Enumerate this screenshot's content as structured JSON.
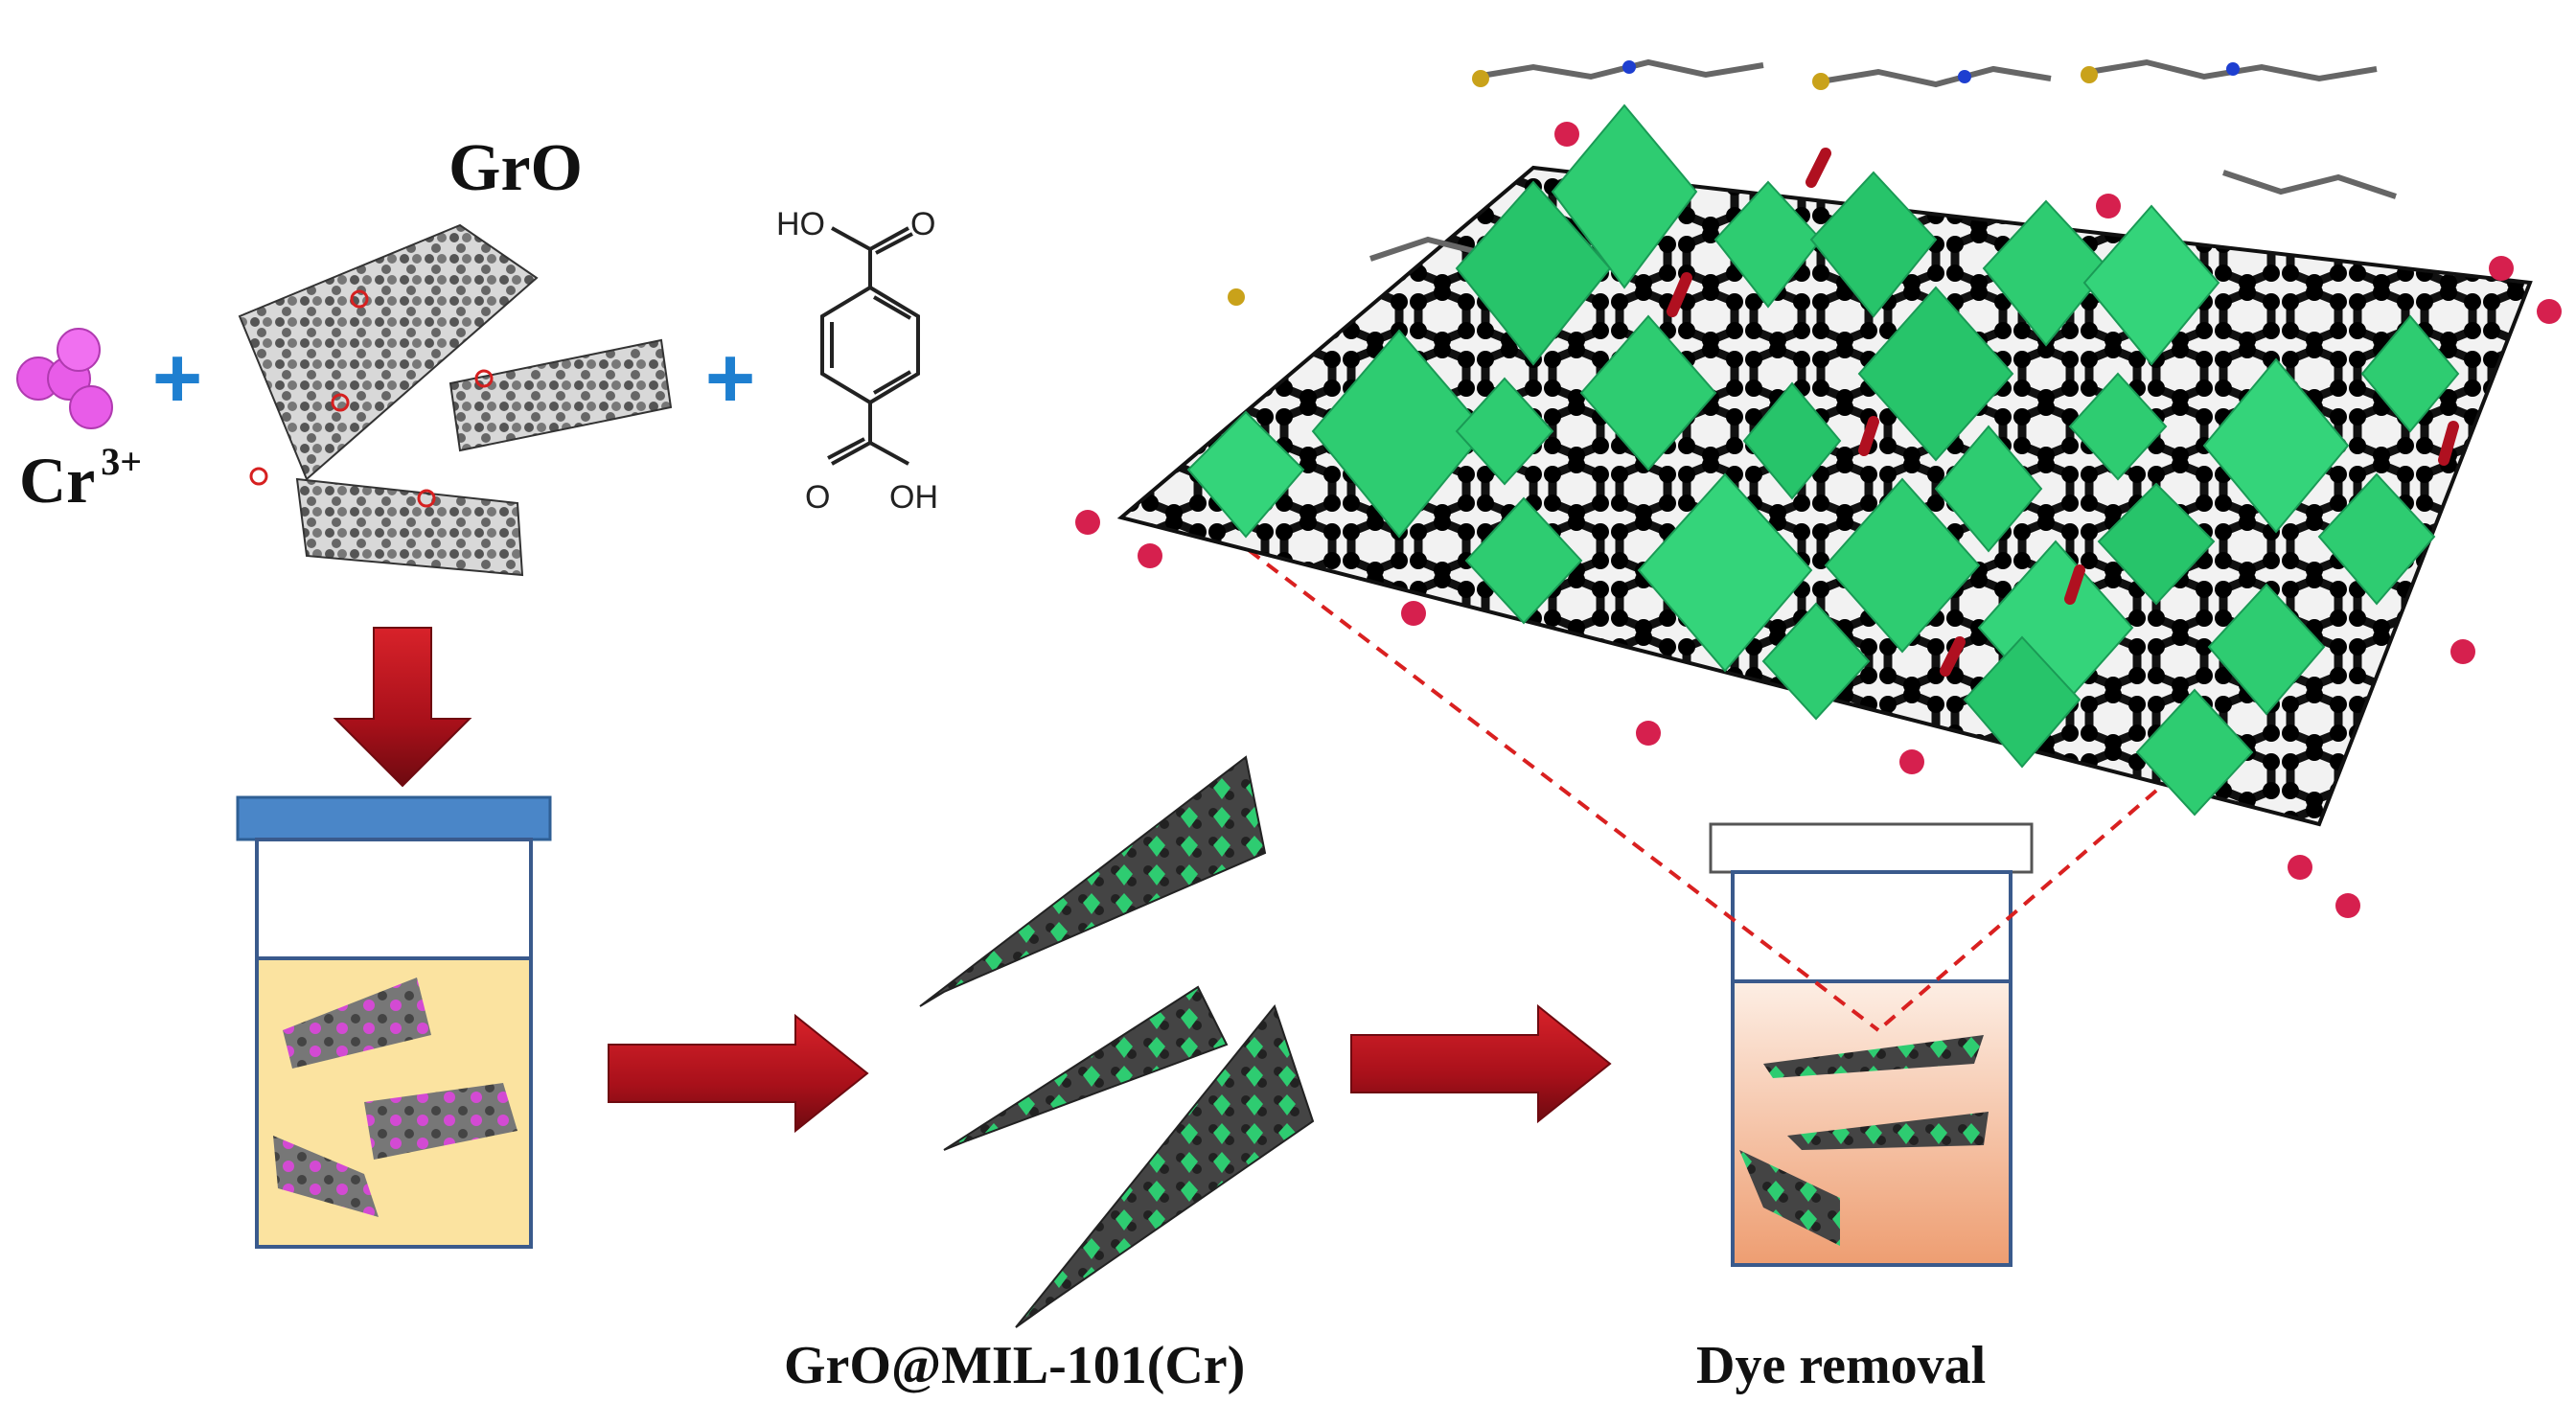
{
  "labels": {
    "gro": "GrO",
    "cr_ion": "Cr",
    "cr_charge": "3+",
    "plus": "+",
    "acid_top_group": "HO",
    "acid_top_o": "O",
    "acid_bottom_o": "O",
    "acid_bottom_group": "OH",
    "product": "GrO@MIL-101(Cr)",
    "application": "Dye removal"
  },
  "colors": {
    "cr_sphere": "#e85ce8",
    "plus_sign": "#1e7fd0",
    "arrow_red": "#b3121a",
    "octahedron_green": "#2ecc71",
    "solution_yellow": "#fbe3a0",
    "dye_solution": "#f0a47a",
    "beaker_outline": "#3a5a8c",
    "lid_blue": "#4a86c8",
    "dashed_link": "#d92020"
  }
}
